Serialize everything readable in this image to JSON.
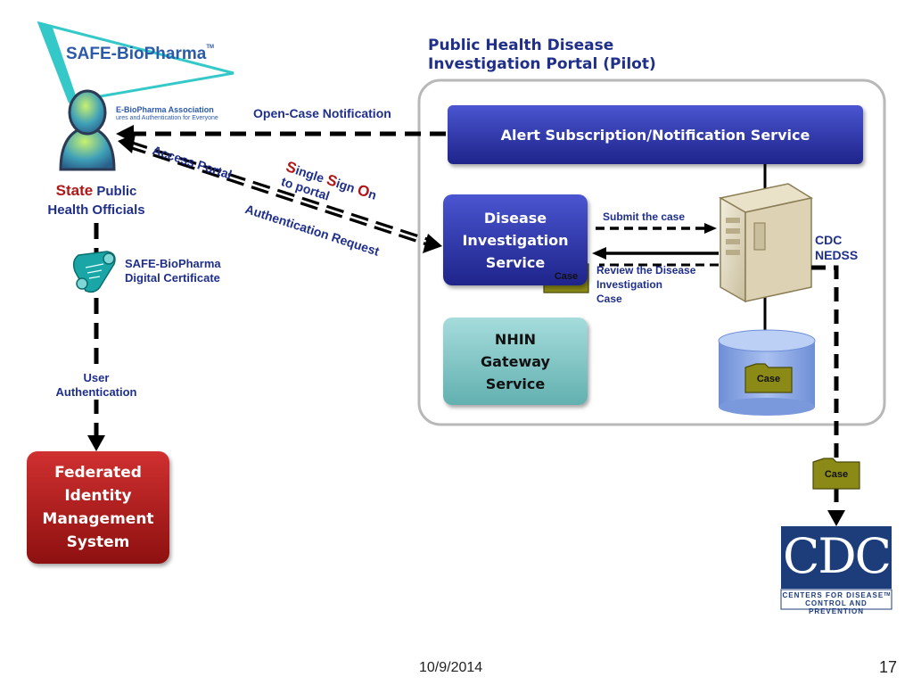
{
  "portal": {
    "title_line1": "Public Health Disease",
    "title_line2": "Investigation Portal (Pilot)"
  },
  "logo": {
    "name": "SAFE-BioPharma",
    "tm": "TM",
    "assoc_line1": "E-BioPharma Association",
    "assoc_line2": "ures and Authentication for Everyone"
  },
  "actor": {
    "state": "State",
    "line1_rest": "Public",
    "line2": "Health Officials"
  },
  "certificate": {
    "line1": "SAFE-BioPharma",
    "line2": "Digital Certificate"
  },
  "user_auth": {
    "line1": "User",
    "line2": "Authentication"
  },
  "fims": {
    "line1": "Federated",
    "line2": "Identity",
    "line3": "Management",
    "line4": "System"
  },
  "alert_service": {
    "label": "Alert Subscription/Notification Service"
  },
  "disease_service": {
    "line1": "Disease",
    "line2": "Investigation",
    "line3": "Service"
  },
  "nhin": {
    "line1": "NHIN",
    "line2": "Gateway",
    "line3": "Service"
  },
  "arrows": {
    "open_case": "Open-Case Notification",
    "access_portal": "Access Portal",
    "sso_s1": "S",
    "sso_ingle": "ingle ",
    "sso_s2": "S",
    "sso_ign": "ign ",
    "sso_o": "O",
    "sso_n": "n",
    "sso_line2": "to portal",
    "auth_request": "Authentication Request",
    "submit_case": "Submit the case",
    "review_line1": "Review the Disease",
    "review_line2": "Investigation",
    "review_line3": "Case"
  },
  "cdc_nedss": {
    "line1": "CDC",
    "line2": "NEDSS"
  },
  "folders": {
    "case": "Case"
  },
  "cdc_logo": {
    "letters": "CDC",
    "line1": "Centers for Disease",
    "line2": "Control and Prevention",
    "tm": "TM"
  },
  "footer": {
    "date": "10/9/2014",
    "page": "17"
  },
  "colors": {
    "label_blue": "#1f2f8a",
    "service_blue": "#2a32a8",
    "nhin_teal": "#7cc4c4",
    "fims_red": "#b01818",
    "state_red": "#b01818",
    "cdc_navy": "#1d3c7a"
  }
}
